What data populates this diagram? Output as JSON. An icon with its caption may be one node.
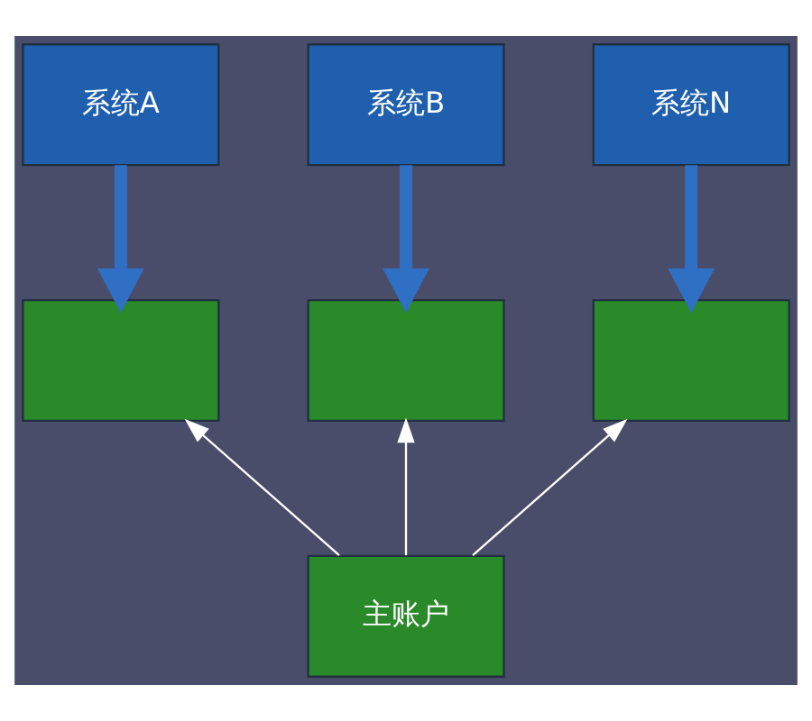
{
  "diagram": {
    "nodes": [
      {
        "text": [
          "系统A"
        ]
      },
      {
        "text": [
          "系统B"
        ]
      },
      {
        "text": [
          "系统N"
        ]
      },
      {
        "text": [],
        "shape": "box"
      },
      {
        "text": [],
        "shape": "box"
      },
      {
        "text": [],
        "shape": "box"
      },
      {
        "text": [
          "主账户"
        ]
      }
    ],
    "edges": [
      {
        "from": 0,
        "to": 3,
        "arrow": "to",
        "style": "thick",
        "color": "#2f6fc4"
      },
      {
        "from": 1,
        "to": 4,
        "arrow": "to",
        "style": "thick",
        "color": "#2f6fc4"
      },
      {
        "from": 2,
        "to": 5,
        "arrow": "to",
        "style": "thick",
        "color": "#2f6fc4"
      },
      {
        "from": 6,
        "to": 3,
        "arrow": "to",
        "color": "#ffffff"
      },
      {
        "from": 6,
        "to": 4,
        "arrow": "to",
        "color": "#ffffff"
      },
      {
        "from": 6,
        "to": 5,
        "arrow": "to",
        "color": "#ffffff"
      }
    ]
  }
}
